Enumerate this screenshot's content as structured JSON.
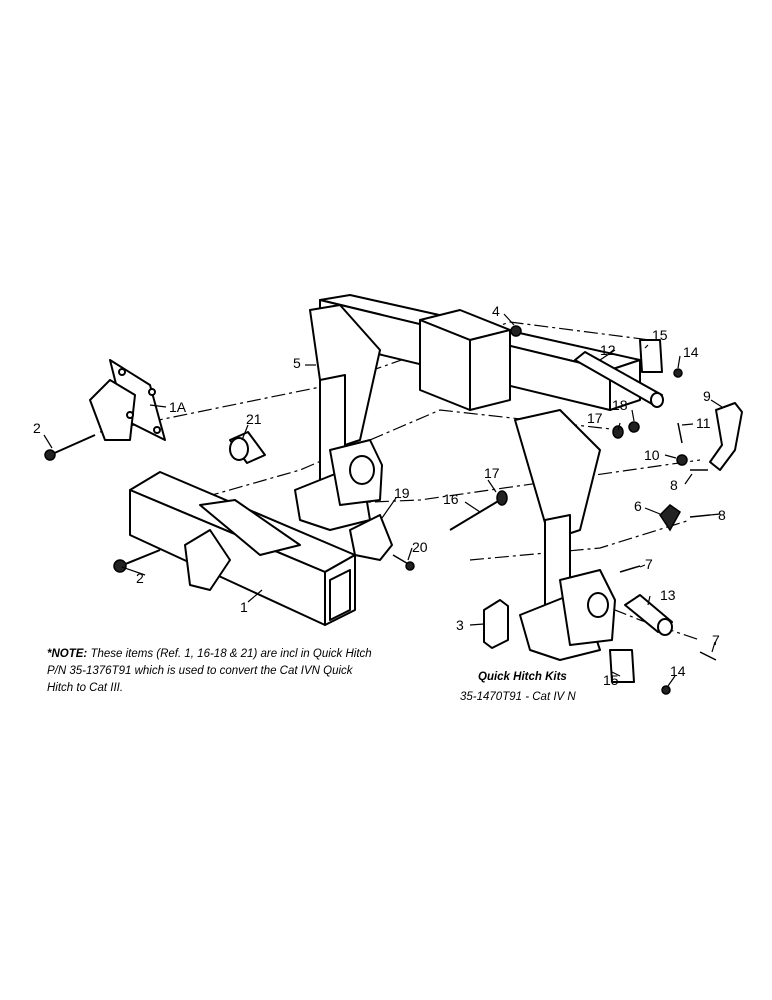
{
  "labels": {
    "l1": "1",
    "l1a": "1A",
    "l2a": "2",
    "l2b": "2",
    "l3": "3",
    "l4": "4",
    "l5": "5",
    "l6": "6",
    "l7a": "7",
    "l7b": "7",
    "l8a": "8",
    "l8b": "8",
    "l9": "9",
    "l10": "10",
    "l11": "11",
    "l12": "12",
    "l13": "13",
    "l14a": "14",
    "l14b": "14",
    "l15a": "15",
    "l15b": "15",
    "l16": "16",
    "l17a": "17",
    "l17b": "17",
    "l18": "18",
    "l19": "19",
    "l20": "20",
    "l21": "21"
  },
  "note": {
    "lead": "*NOTE:",
    "line1": " These items (Ref. 1, 16-18 & 21) are incl in Quick Hitch",
    "line2": "P/N 35-1376T91 which is used to convert the Cat IVN Quick",
    "line3": "Hitch to Cat III."
  },
  "kits": {
    "title": "Quick Hitch Kits",
    "line": "35-1470T91 - Cat IV N"
  }
}
